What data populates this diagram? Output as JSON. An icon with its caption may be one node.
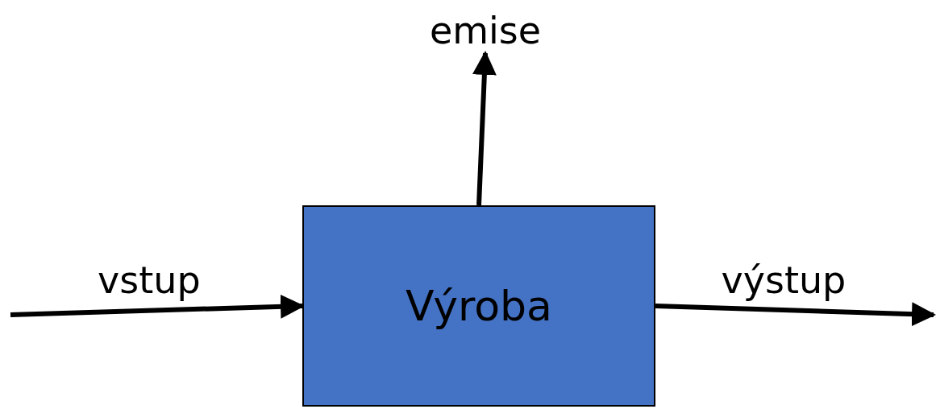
{
  "diagram": {
    "nodes": [
      {
        "text": [
          "Výroba"
        ]
      },
      {
        "text": [
          "emise"
        ]
      }
    ],
    "edges": [
      {
        "from": null,
        "to": 0,
        "arrow": "to",
        "label": "vstup"
      },
      {
        "from": 0,
        "to": null,
        "arrow": "to",
        "label": "výstup"
      },
      {
        "from": 0,
        "to": 1,
        "arrow": "to"
      }
    ]
  }
}
